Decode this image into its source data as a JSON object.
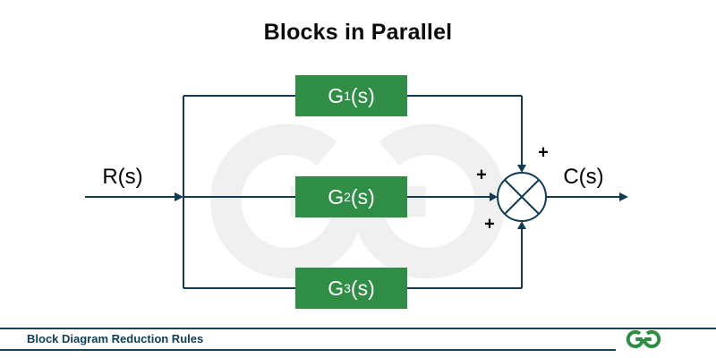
{
  "title": "Blocks in Parallel",
  "diagram": {
    "input_label": "R(s)",
    "output_label": "C(s)",
    "blocks": [
      {
        "base": "G",
        "sub": "1",
        "suffix": "(s)"
      },
      {
        "base": "G",
        "sub": "2",
        "suffix": "(s)"
      },
      {
        "base": "G",
        "sub": "3",
        "suffix": "(s)"
      }
    ],
    "summing_junction": {
      "signs": [
        "+",
        "+",
        "+"
      ]
    },
    "colors": {
      "block_fill": "#2f8d46",
      "block_text": "#ffffff",
      "wire": "#123a50",
      "label_text": "#000000"
    }
  },
  "footer": {
    "caption": "Block Diagram Reduction Rules",
    "logo": "geeksforgeeks-logo",
    "accent_green": "#2f8d46",
    "rule_color": "#0e4a5c"
  }
}
